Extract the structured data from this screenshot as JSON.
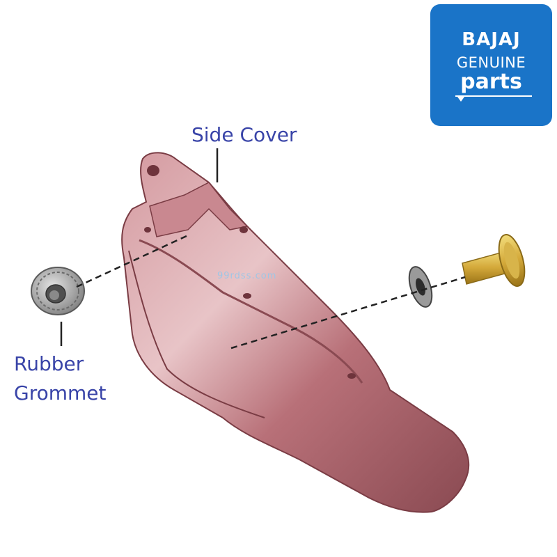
{
  "logo": {
    "brand": "BAJAJ",
    "line2": "GENUINE",
    "line3": "parts",
    "background": "#1a74c8",
    "text_color": "#ffffff"
  },
  "labels": {
    "side_cover": "Side Cover",
    "rubber_grommet_line1": "Rubber",
    "rubber_grommet_line2": "Grommet"
  },
  "watermark": "99rdss.com",
  "colors": {
    "label": "#3944a8",
    "side_cover": "#b67076",
    "bolt": "#c9a22f",
    "washer": "#8e8e8e",
    "grommet": "#9a9a9a",
    "leader": "#222222"
  }
}
